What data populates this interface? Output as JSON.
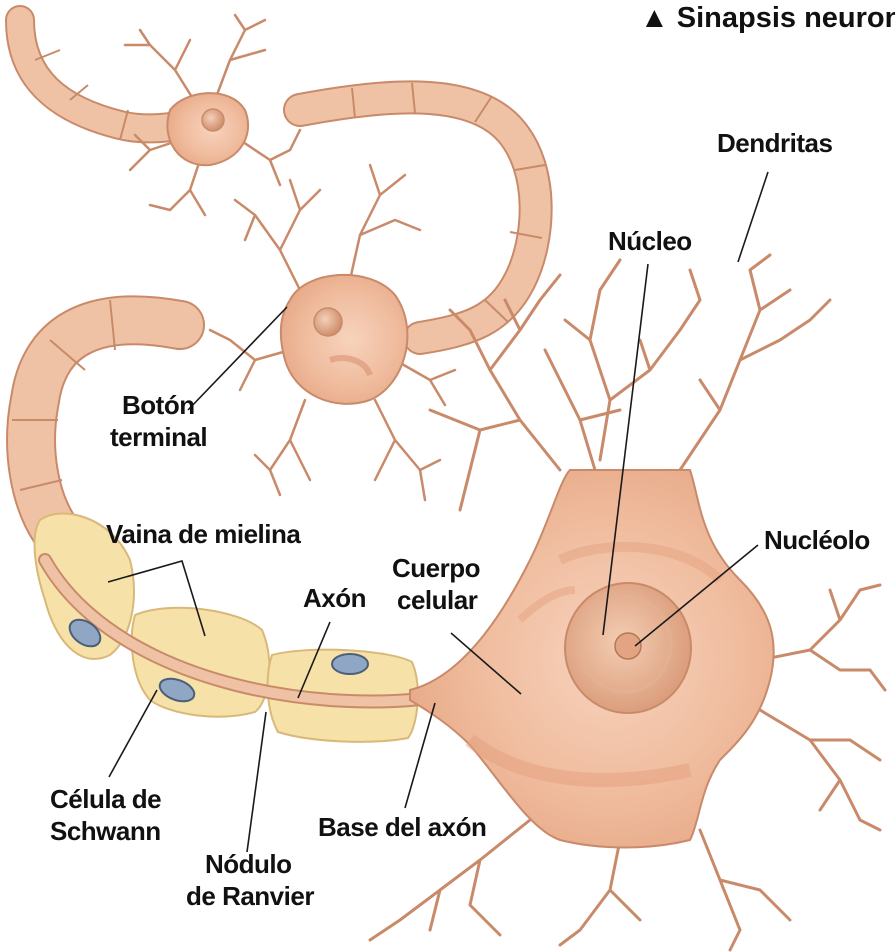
{
  "title": "▲ Sinapsis neuron",
  "labels": {
    "dendritas": "Dendritas",
    "nucleo": "Núcleo",
    "boton_1": "Botón",
    "boton_2": "terminal",
    "nucleolo": "Nucléolo",
    "vaina": "Vaina de mielina",
    "cuerpo_1": "Cuerpo",
    "cuerpo_2": "celular",
    "axon": "Axón",
    "schwann_1": "Célula de",
    "schwann_2": "Schwann",
    "base_axon": "Base del axón",
    "nodulo_1": "Nódulo",
    "nodulo_2": "de Ranvier"
  },
  "colors": {
    "cell_body": "#f2c1a3",
    "cell_body_dark": "#e3a07d",
    "cell_outline": "#c98a6a",
    "myelin": "#f6e1a9",
    "myelin_outline": "#d9b878",
    "axon_sheath": "#efc2a6",
    "schwann_nucleus": "#8fa6c4",
    "label": "#111111"
  }
}
